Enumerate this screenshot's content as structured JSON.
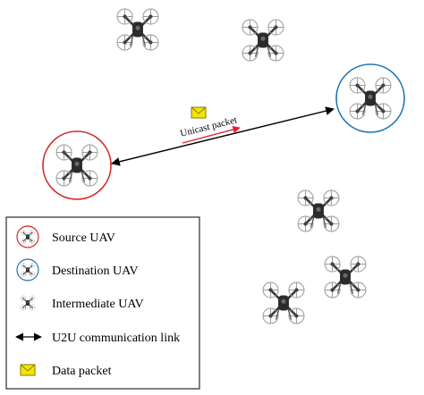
{
  "diagram": {
    "link_label": "Unicast packet",
    "colors": {
      "source": "#d62728",
      "destination": "#1f77b4",
      "link": "#000000",
      "packet_direction_arrow": "#e4202a",
      "envelope_fill": "#f2e600",
      "envelope_stroke": "#8a7a00",
      "drone_body": "#2b2b2b",
      "drone_rotor": "#9a9a9a"
    },
    "icons": [
      "drone-icon",
      "envelope-icon",
      "double-arrow-icon"
    ]
  },
  "legend": {
    "items": [
      {
        "label": "Source UAV",
        "icon": "source-uav-icon"
      },
      {
        "label": "Destination UAV",
        "icon": "destination-uav-icon"
      },
      {
        "label": "Intermediate UAV",
        "icon": "intermediate-uav-icon"
      },
      {
        "label": "U2U communication link",
        "icon": "double-arrow-icon"
      },
      {
        "label": "Data packet",
        "icon": "envelope-icon"
      }
    ]
  }
}
